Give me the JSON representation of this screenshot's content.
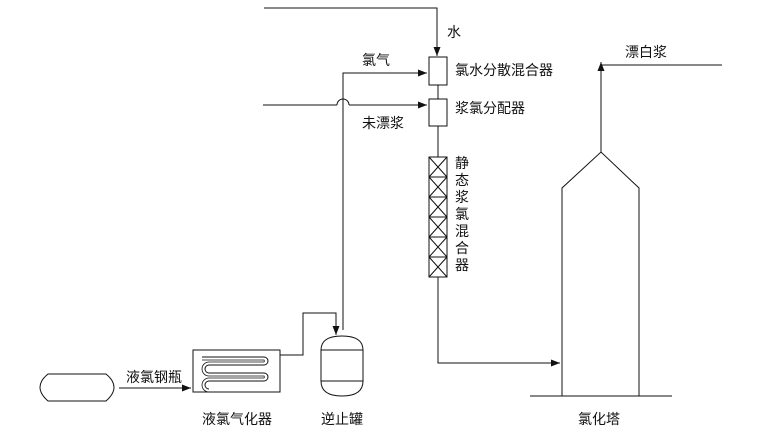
{
  "labels": {
    "water": "水",
    "chlorine_gas": "氯气",
    "chlorine_water_mixer": "氯水分散混合器",
    "slurry_chlorine_distributor": "浆氯分配器",
    "unbleached_slurry": "未漂浆",
    "static_mixer": "静态浆氯混合器",
    "bleached_slurry": "漂白浆",
    "liquid_chlorine_cylinder": "液氯钢瓶",
    "liquid_chlorine_vaporizer": "液氯气化器",
    "check_tank": "逆止罐",
    "chlorination_tower": "氯化塔"
  }
}
